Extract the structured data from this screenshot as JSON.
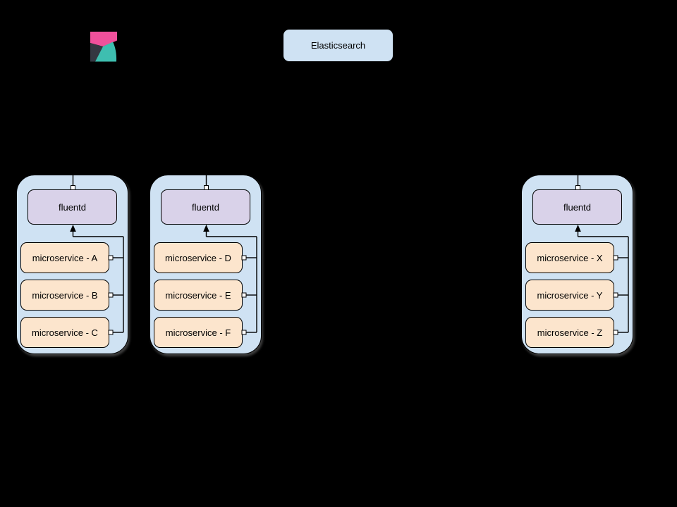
{
  "page": {
    "background": "#000000"
  },
  "kibana_logo": {
    "name": "Kibana",
    "colors": {
      "pink": "#F0509B",
      "dark": "#343741",
      "teal": "#3EBEB0"
    }
  },
  "elasticsearch": {
    "label": "Elasticsearch",
    "fill": "#CFE2F3"
  },
  "nodes": [
    {
      "fluentd_label": "fluentd",
      "services": [
        {
          "label": "microservice - A"
        },
        {
          "label": "microservice - B"
        },
        {
          "label": "microservice - C"
        }
      ]
    },
    {
      "fluentd_label": "fluentd",
      "services": [
        {
          "label": "microservice - D"
        },
        {
          "label": "microservice - E"
        },
        {
          "label": "microservice - F"
        }
      ]
    },
    {
      "fluentd_label": "fluentd",
      "services": [
        {
          "label": "microservice - X"
        },
        {
          "label": "microservice - Y"
        },
        {
          "label": "microservice - Z"
        }
      ]
    }
  ],
  "colors": {
    "node_fill": "#CFE2F3",
    "fluentd_fill": "#D9D2E9",
    "service_fill": "#FCE5CD",
    "line": "#000000",
    "connection_point_fill": "#FFFFFF"
  }
}
